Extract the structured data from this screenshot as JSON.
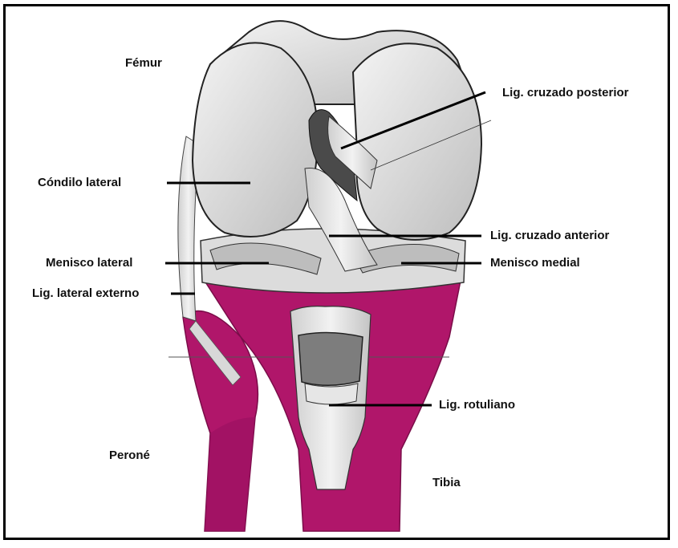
{
  "labels": {
    "femur": "Fémur",
    "lcp": "Lig. cruzado posterior",
    "condilo_lateral": "Cóndilo lateral",
    "lca": "Lig. cruzado anterior",
    "menisco_lateral": "Menisco lateral",
    "menisco_medial": "Menisco medial",
    "lig_lateral_externo": "Lig. lateral externo",
    "lig_rotuliano": "Lig. rotuliano",
    "perone": "Peroné",
    "tibia": "Tibia"
  },
  "colors": {
    "bone_magenta": "#b0166a",
    "cartilage": "#d9d9d9",
    "ligament": "#e8e8e8",
    "outline": "#222222",
    "pointer": "#000000"
  }
}
